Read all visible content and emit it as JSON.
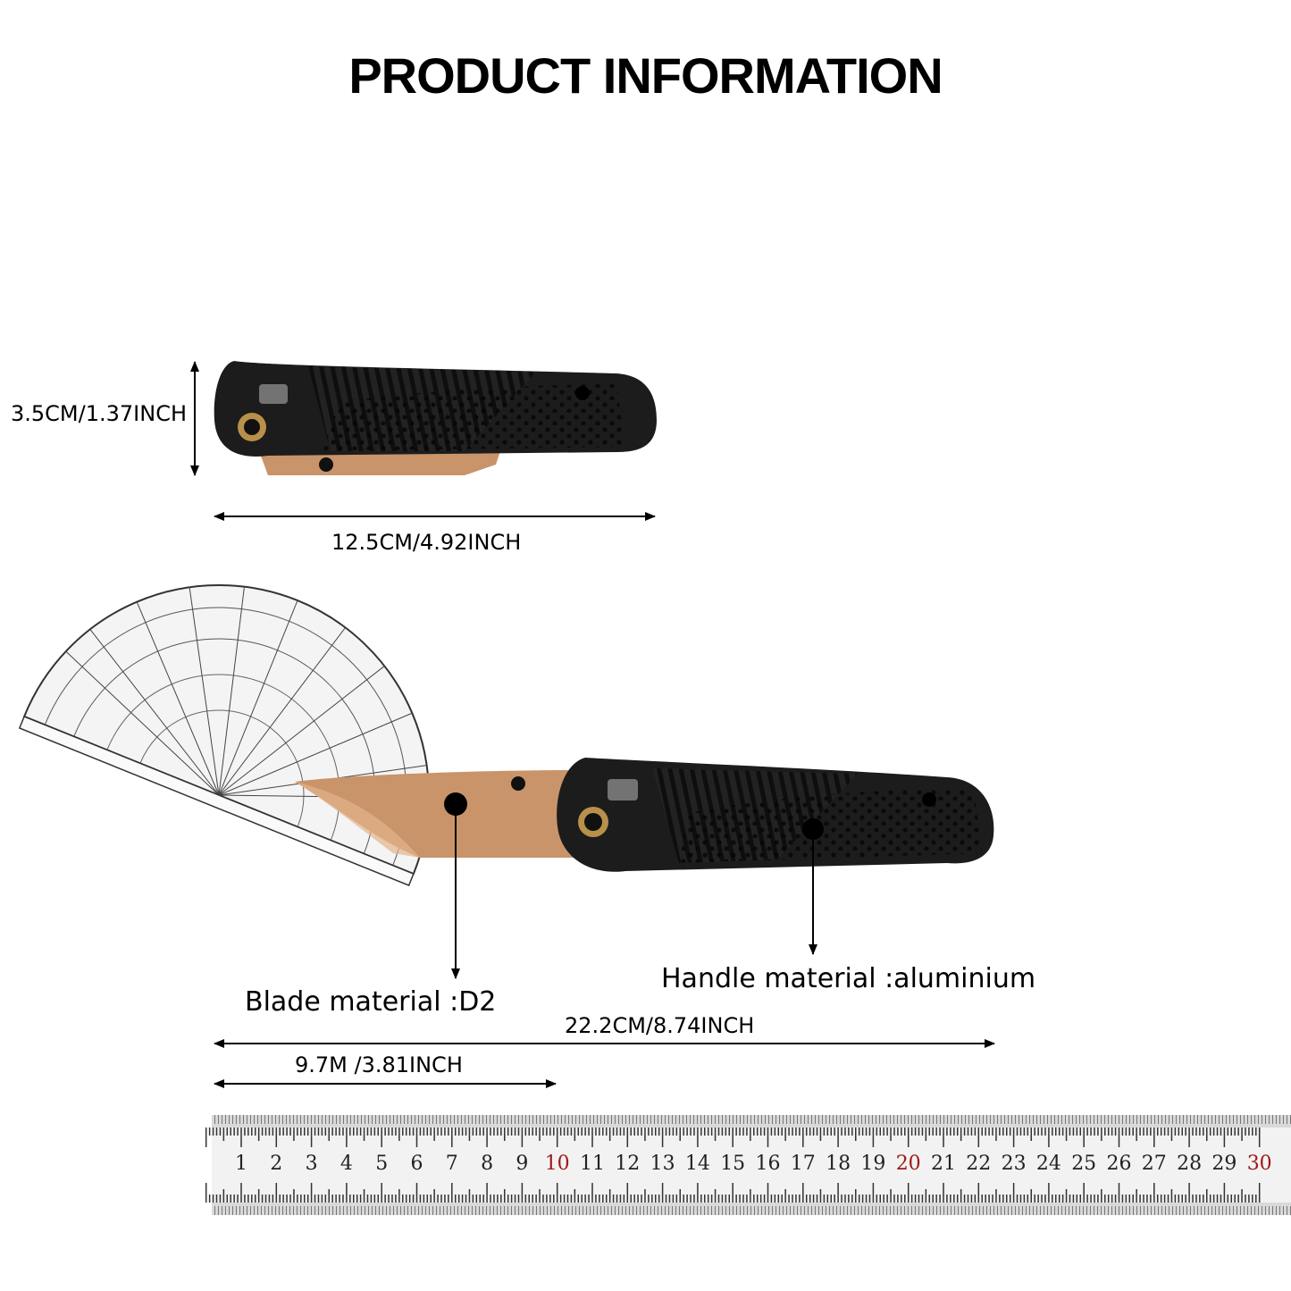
{
  "header": {
    "title": "PRODUCT INFORMATION"
  },
  "dimensions": {
    "closed_height": "3.5CM/1.37INCH",
    "closed_length": "12.5CM/4.92INCH",
    "overall_length": "22.2CM/8.74INCH",
    "blade_length": "9.7M /3.81INCH"
  },
  "materials": {
    "blade": "Blade material :D2",
    "handle": "Handle material :aluminium"
  },
  "ruler": {
    "numbers": [
      "1",
      "2",
      "3",
      "4",
      "5",
      "6",
      "7",
      "8",
      "9",
      "10",
      "11",
      "12",
      "13",
      "14",
      "15",
      "16",
      "17",
      "18",
      "19",
      "20",
      "21",
      "22",
      "23",
      "24",
      "25",
      "26",
      "27",
      "28",
      "29",
      "30"
    ],
    "highlight": [
      "10",
      "20",
      "30"
    ]
  },
  "colors": {
    "handle": "#1c1c1c",
    "blade": "#c9946a",
    "pivot_ring": "#b8904a",
    "highlight_number": "#a01818"
  }
}
